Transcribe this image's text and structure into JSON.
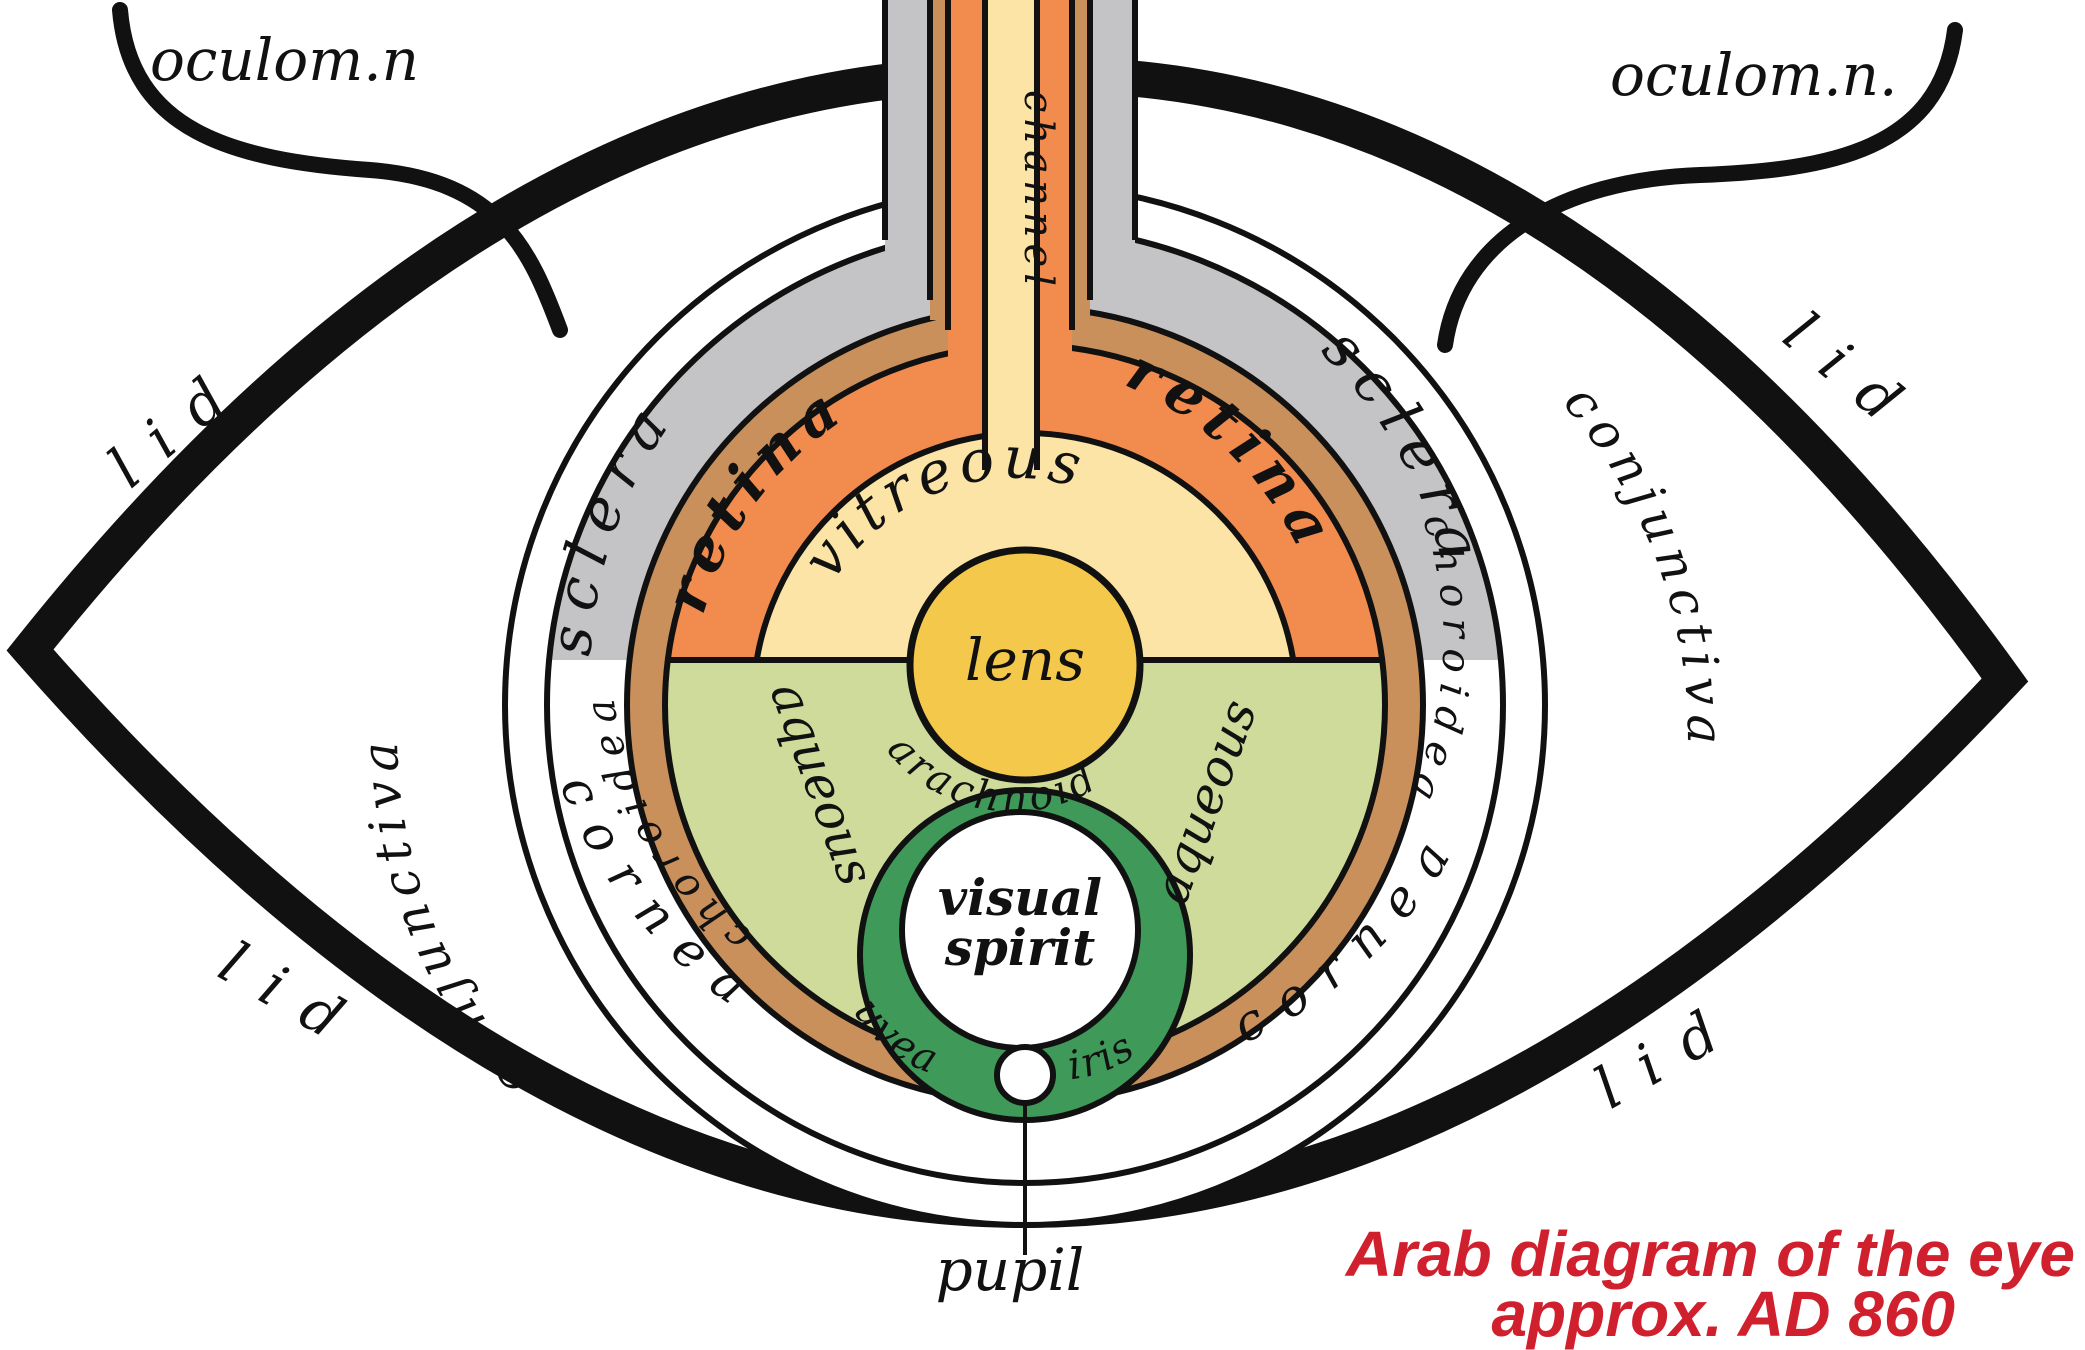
{
  "labels": {
    "oculom_left": "oculom.n",
    "oculom_right": "oculom.n.",
    "lid_upper_left": "lid",
    "lid_upper_right": "lid",
    "lid_lower_left": "lid",
    "lid_lower_right": "lid",
    "conjunctiva_left": "conjunctiva",
    "conjunctiva_right": "conjunctiva",
    "sclera_left": "sclera",
    "sclera_right": "sclera",
    "choroidea_left": "choroidea",
    "choroidea_right": "choroidea",
    "retina_left": "retina",
    "retina_right": "retina",
    "cornea_left": "cornea",
    "cornea_right": "cornea",
    "channel": "channel",
    "vitreous": "vitreous",
    "lens": "lens",
    "arachnoid": "arachnoid",
    "aqueous_left": "aqueous",
    "aqueous_right": "aqueous",
    "visual": "visual",
    "spirit": "spirit",
    "uvea": "uvea",
    "iris": "iris",
    "pupil": "pupil"
  },
  "caption": {
    "line1": "Arab diagram of the eye",
    "line2": "approx. AD 860"
  },
  "colors": {
    "sclera": "#c4c4c6",
    "choroidea": "#c9905c",
    "retina": "#f28c4e",
    "vitreous": "#fbe4a6",
    "aqueous": "#cfdb9a",
    "lens": "#f4c84a",
    "uvea": "#3f9a5a",
    "outline": "#111111",
    "caption": "#d0202e"
  }
}
